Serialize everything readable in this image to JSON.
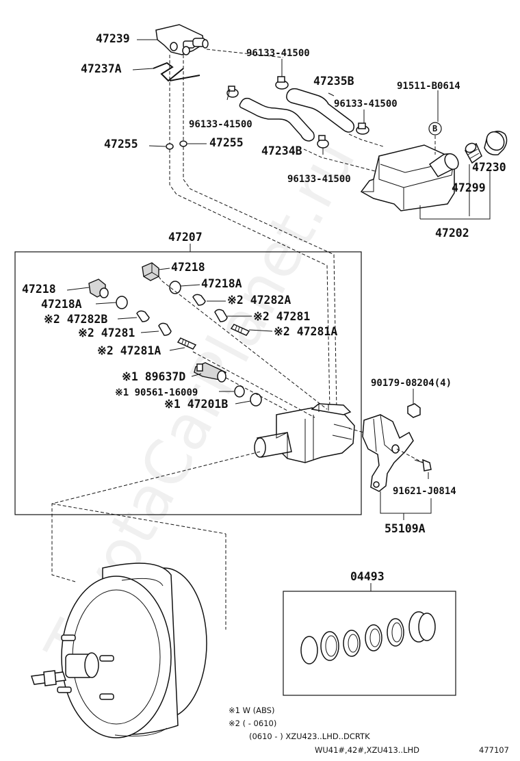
{
  "watermark": "ToyotaCarPlanet.ru",
  "labels": {
    "p47239": "47239",
    "p96133_a": "96133-41500",
    "p47237a": "47237A",
    "p47235b": "47235B",
    "p91511": "91511-B0614",
    "p96133_b": "96133-41500",
    "p96133_c": "96133-41500",
    "p47255_l": "47255",
    "p47255_r": "47255",
    "p47234b": "47234B",
    "p96133_d": "96133-41500",
    "pB": "B",
    "p47230": "47230",
    "p47299": "47299",
    "p47202": "47202",
    "p47207": "47207",
    "p47218_t": "47218",
    "p47218_l": "47218",
    "p47218a_r": "47218A",
    "p47218a_l": "47218A",
    "p47282a": "※2 47282A",
    "p47282b": "※2 47282B",
    "p47281_r": "※2 47281",
    "p47281_l": "※2 47281",
    "p47281a_r": "※2 47281A",
    "p47281a_l": "※2  47281A",
    "p89637d": "※1 89637D",
    "p90561": "※1 90561-16009",
    "p47201b": "※1 47201B",
    "p90179": "90179-08204(4)",
    "p91621": "91621-J0814",
    "p55109a": "55109A",
    "p04493": "04493",
    "diagram_id": "477107"
  },
  "notes": {
    "n1": "※1 W (ABS)",
    "n2": "※2 (        - 0610)",
    "n3": "(0610 -        ) XZU423..LHD..DCRTK",
    "n4": "WU41#,42#,XZU413..LHD"
  }
}
